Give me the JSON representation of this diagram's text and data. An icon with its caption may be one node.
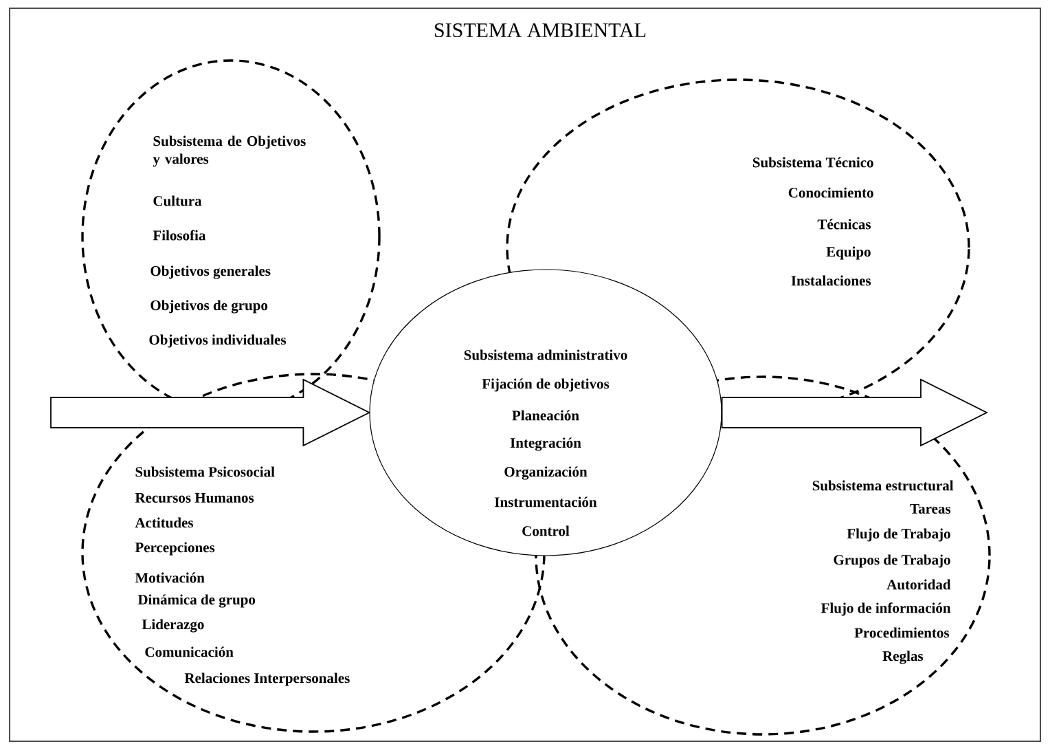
{
  "diagram": {
    "nodes": [
      {
        "text": [
          "SISTEMA AMBIENTAL"
        ]
      },
      {
        "text": [
          "Subsistema de Objetivos y valores",
          "Cultura",
          "Filosofia",
          "Objetivos generales",
          "Objetivos de grupo",
          "Objetivos individuales"
        ],
        "in": 0
      },
      {
        "text": [
          "Subsistema Técnico",
          "Conocimiento",
          "Técnicas",
          "Equipo",
          "Instalaciones"
        ],
        "in": 0
      },
      {
        "text": [
          "Subsistema administrativo",
          "Fijación de objetivos",
          "Planeación",
          "Integración",
          "Organización",
          "Instrumentación",
          "Control"
        ],
        "in": 0
      },
      {
        "text": [
          "Subsistema Psicosocial",
          "Recursos Humanos",
          "Actitudes",
          "Percepciones",
          "Motivación",
          "Dinámica de grupo",
          "Liderazgo",
          "Comunicación",
          "Relaciones Interpersonales"
        ],
        "in": 0
      },
      {
        "text": [
          "Subsistema estructural",
          "Tareas",
          "Flujo de Trabajo",
          "Grupos de Trabajo",
          "Autoridad",
          "Flujo de información",
          "Procedimientos",
          "Reglas"
        ],
        "in": 0
      }
    ],
    "edges": [
      {
        "from": null,
        "to": 3,
        "arrow": "to"
      },
      {
        "from": 3,
        "to": null,
        "arrow": "to"
      }
    ]
  }
}
